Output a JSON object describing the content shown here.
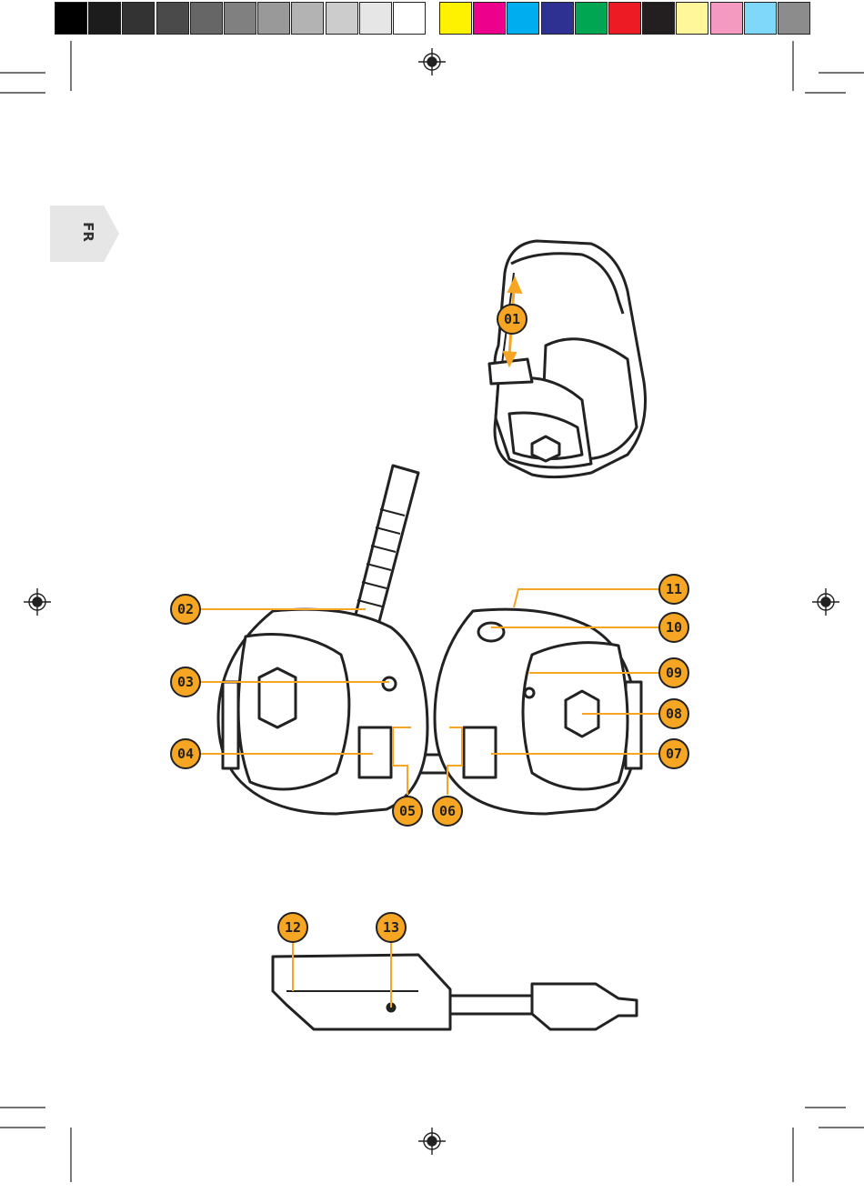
{
  "lang_tab": {
    "label": "FR"
  },
  "colors": {
    "callout": "#f6a623",
    "outline": "#222222",
    "lang_tab": "#e6e6e6"
  },
  "color_bar": {
    "grays": [
      "#000000",
      "#1c1c1c",
      "#333333",
      "#4a4a4a",
      "#666666",
      "#808080",
      "#999999",
      "#b3b3b3",
      "#cccccc",
      "#e6e6e6",
      "#ffffff"
    ],
    "process": [
      "#fff200",
      "#ec008c",
      "#00aeef",
      "#2e3192",
      "#00a651",
      "#ed1c24",
      "#231f20",
      "#fff799",
      "#f49ac1",
      "#7fd8f9",
      "#8c8c8c"
    ]
  },
  "callouts": {
    "c01": "01",
    "c02": "02",
    "c03": "03",
    "c04": "04",
    "c05": "05",
    "c06": "06",
    "c07": "07",
    "c08": "08",
    "c09": "09",
    "c10": "10",
    "c11": "11",
    "c12": "12",
    "c13": "13"
  }
}
